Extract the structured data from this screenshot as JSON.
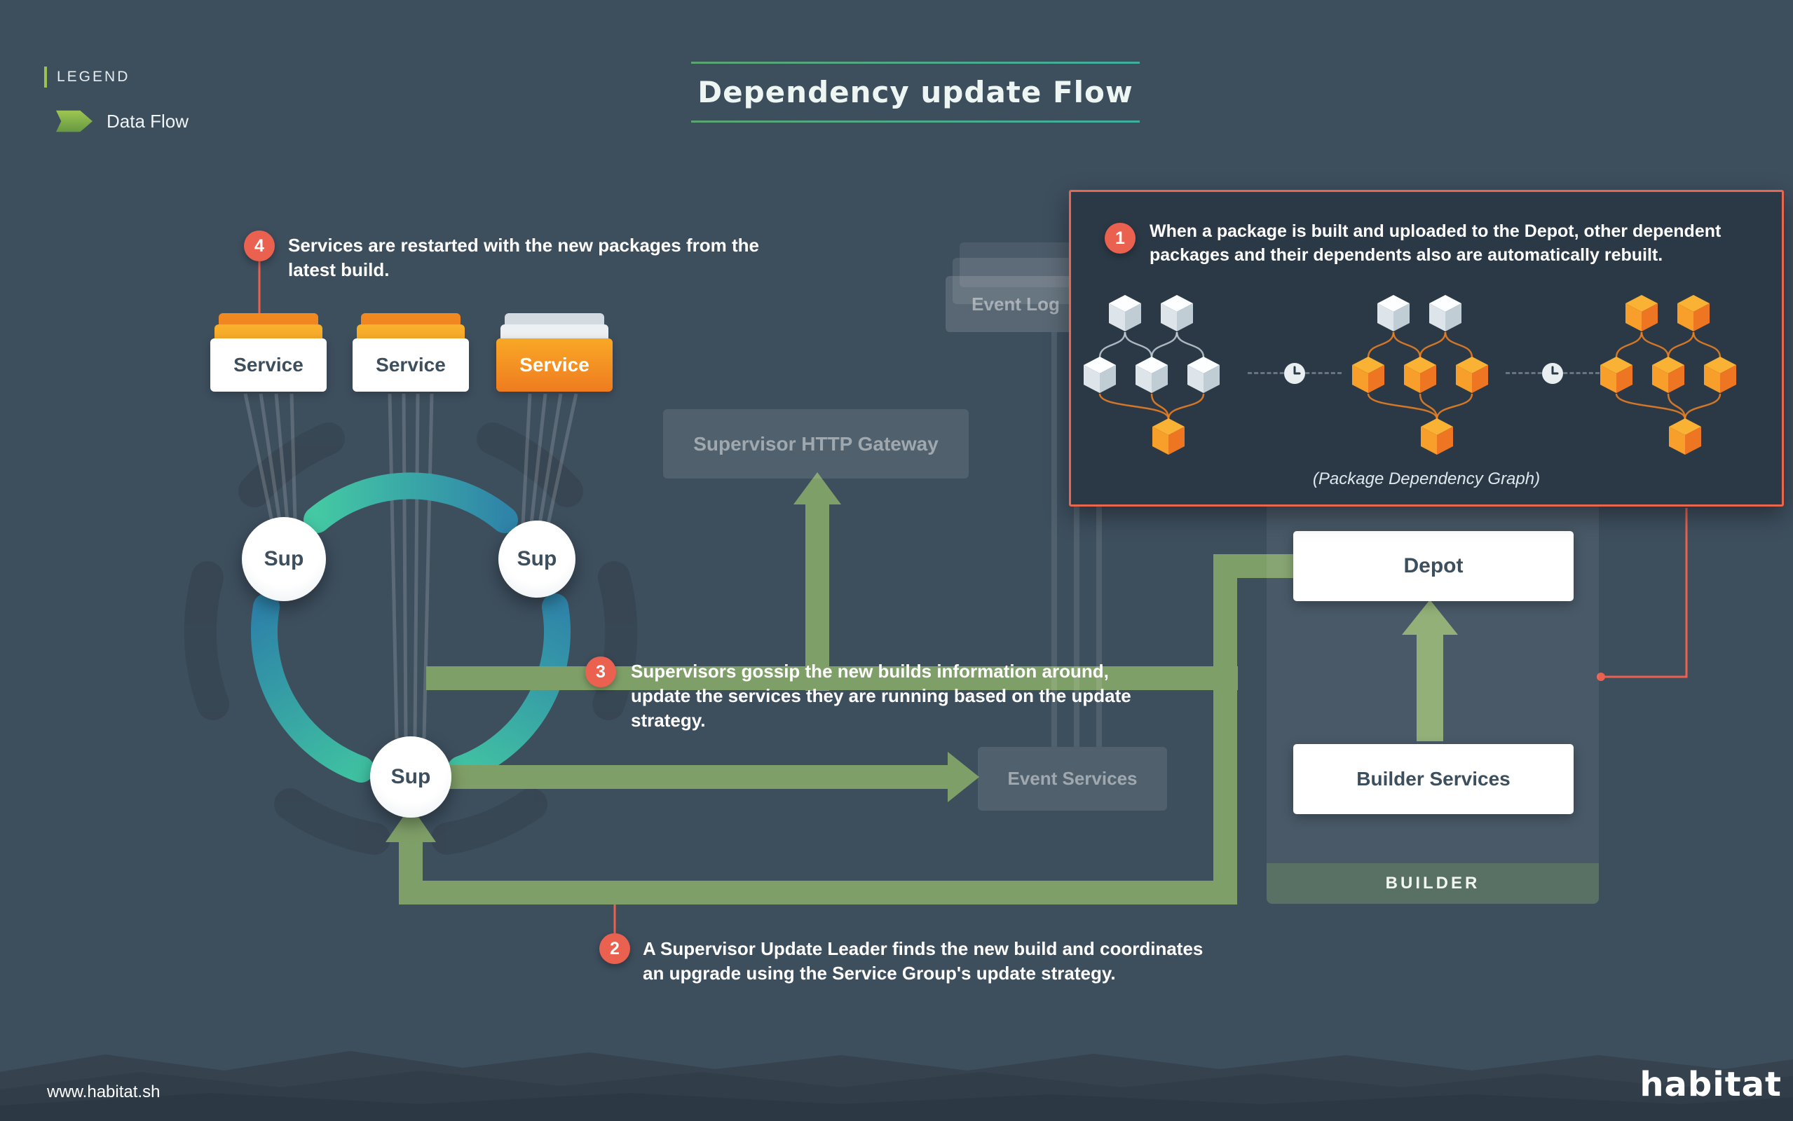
{
  "title": "Dependency update Flow",
  "legend": {
    "heading": "LEGEND",
    "data_flow_label": "Data Flow"
  },
  "steps": {
    "one": {
      "num": "1",
      "text": "When a package is built and uploaded to the Depot, other dependent packages and their dependents also are automatically rebuilt."
    },
    "two": {
      "num": "2",
      "text": "A Supervisor Update Leader finds the new build and coordinates an upgrade using the Service Group's update strategy."
    },
    "three": {
      "num": "3",
      "text": "Supervisors gossip the new builds information around, update the services they are running based on the update strategy."
    },
    "four": {
      "num": "4",
      "text": "Services are restarted with the new packages from the latest build."
    }
  },
  "callout": {
    "caption": "(Package Dependency Graph)"
  },
  "nodes": {
    "services": [
      "Service",
      "Service",
      "Service"
    ],
    "sups": [
      "Sup",
      "Sup",
      "Sup"
    ],
    "gateway": "Supervisor HTTP Gateway",
    "event_log": "Event Log",
    "event_services": "Event Services",
    "depot": "Depot",
    "builder_services": "Builder Services",
    "builder": "BUILDER"
  },
  "graphs": [
    {
      "rows": [
        [
          "white",
          "white"
        ],
        [
          "white",
          "white",
          "white"
        ],
        [
          "orange"
        ]
      ],
      "edges_top": "#c3ced6",
      "edges_bottom": "#f08123"
    },
    {
      "rows": [
        [
          "white",
          "white"
        ],
        [
          "orange",
          "orange",
          "orange"
        ],
        [
          "orange"
        ]
      ],
      "edges_top": "#f08123",
      "edges_bottom": "#f08123"
    },
    {
      "rows": [
        [
          "orange",
          "orange"
        ],
        [
          "orange",
          "orange",
          "orange"
        ],
        [
          "orange"
        ]
      ],
      "edges_top": "#f08123",
      "edges_bottom": "#f08123"
    }
  ],
  "footer": {
    "site": "www.habitat.sh",
    "brand": "habitat"
  },
  "colors": {
    "background": "#3d4e5d",
    "accent_orange": "#ea6150",
    "data_flow_green": "#7f9f68",
    "ring_teal": "#41c3a2",
    "ring_blue": "#2f85a9",
    "package_orange": "#f6921e"
  }
}
